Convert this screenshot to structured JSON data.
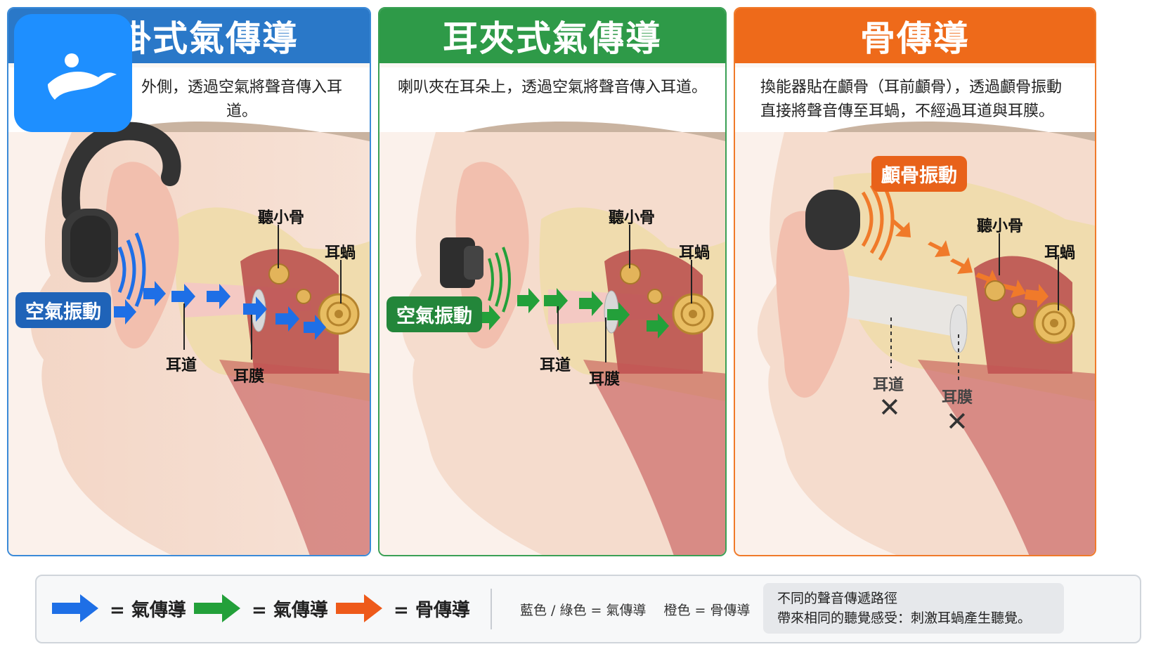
{
  "panels": [
    {
      "title": "耳掛式氣傳導",
      "desc_line1": "外側，透過空氣將聲音傳入耳道。",
      "desc_line2": "",
      "color": "#2a78c8",
      "labels": {
        "ossicles": "聽小骨",
        "cochlea": "耳蝸",
        "canal": "耳道",
        "drum": "耳膜",
        "pill": "空氣振動"
      }
    },
    {
      "title": "耳夾式氣傳導",
      "desc_line1": "喇叭夾在耳朵上，透過空氣將聲音傳入耳道。",
      "desc_line2": "",
      "color": "#2e9a48",
      "labels": {
        "ossicles": "聽小骨",
        "cochlea": "耳蝸",
        "canal": "耳道",
        "drum": "耳膜",
        "pill": "空氣振動"
      }
    },
    {
      "title": "骨傳導",
      "desc_line1": "換能器貼在顱骨（耳前顱骨），透過顱骨振動",
      "desc_line2": "直接將聲音傳至耳蝸，不經過耳道與耳膜。",
      "color": "#ee6a1a",
      "labels": {
        "ossicles": "聽小骨",
        "cochlea": "耳蝸",
        "canal": "耳道",
        "drum": "耳膜",
        "pill": "顱骨振動",
        "cross": "✕"
      }
    }
  ],
  "legend": {
    "items": [
      {
        "text": "= 氣傳導",
        "color": "#1e6fe6"
      },
      {
        "text": "= 氣傳導",
        "color": "#23a03a"
      },
      {
        "text": "= 骨傳導",
        "color": "#ee5a1a"
      }
    ],
    "key_text": "藍色 / 綠色 = 氣傳導　 橙色 = 骨傳導",
    "note_line1": "不同的聲音傳遞路徑",
    "note_line2": "帶來相同的聽覺感受：刺激耳蝸產生聽覺。"
  },
  "app_icon": "person-swimming-logo-icon"
}
